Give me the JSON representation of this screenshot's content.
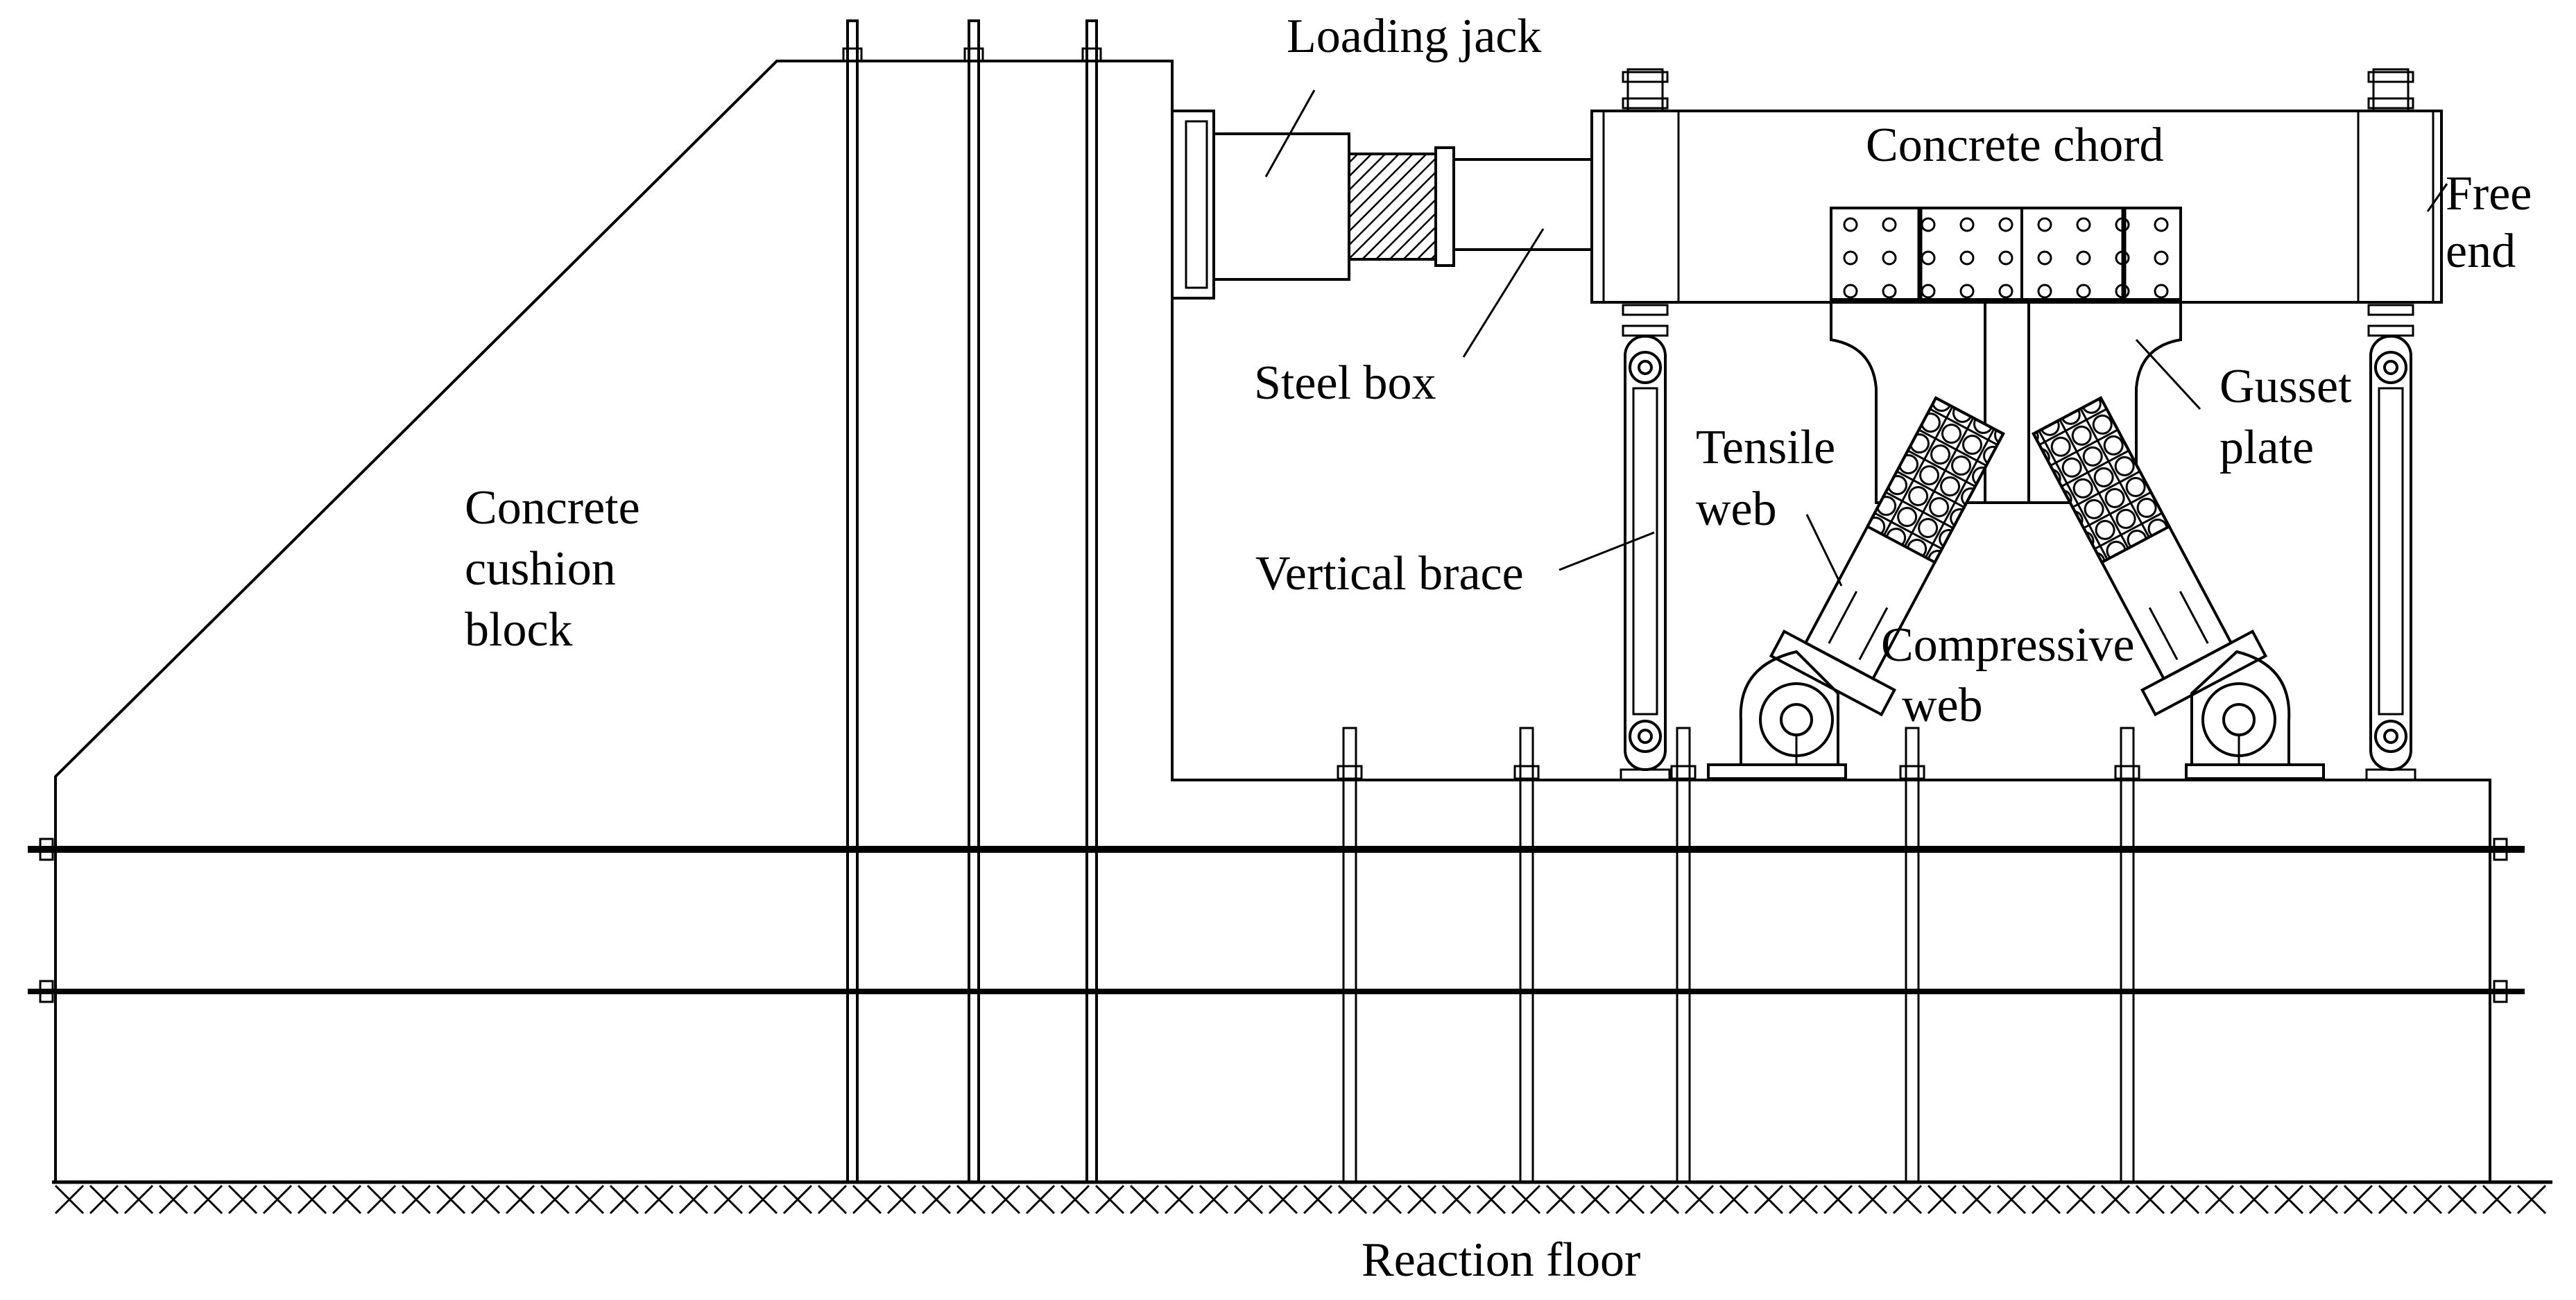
{
  "labels": {
    "loading_jack": "Loading jack",
    "concrete_chord": "Concrete chord",
    "free_end_line1": "Free",
    "free_end_line2": "end",
    "steel_box": "Steel box",
    "gusset_line1": "Gusset",
    "gusset_line2": "plate",
    "tensile_line1": "Tensile",
    "tensile_line2": "web",
    "cushion_line1": "Concrete",
    "cushion_line2": "cushion",
    "cushion_line3": "block",
    "vertical_brace": "Vertical brace",
    "compressive_line1": "Compressive",
    "compressive_line2": "web",
    "reaction_floor": "Reaction floor"
  },
  "colors": {
    "line": "#000000",
    "background": "#ffffff"
  }
}
